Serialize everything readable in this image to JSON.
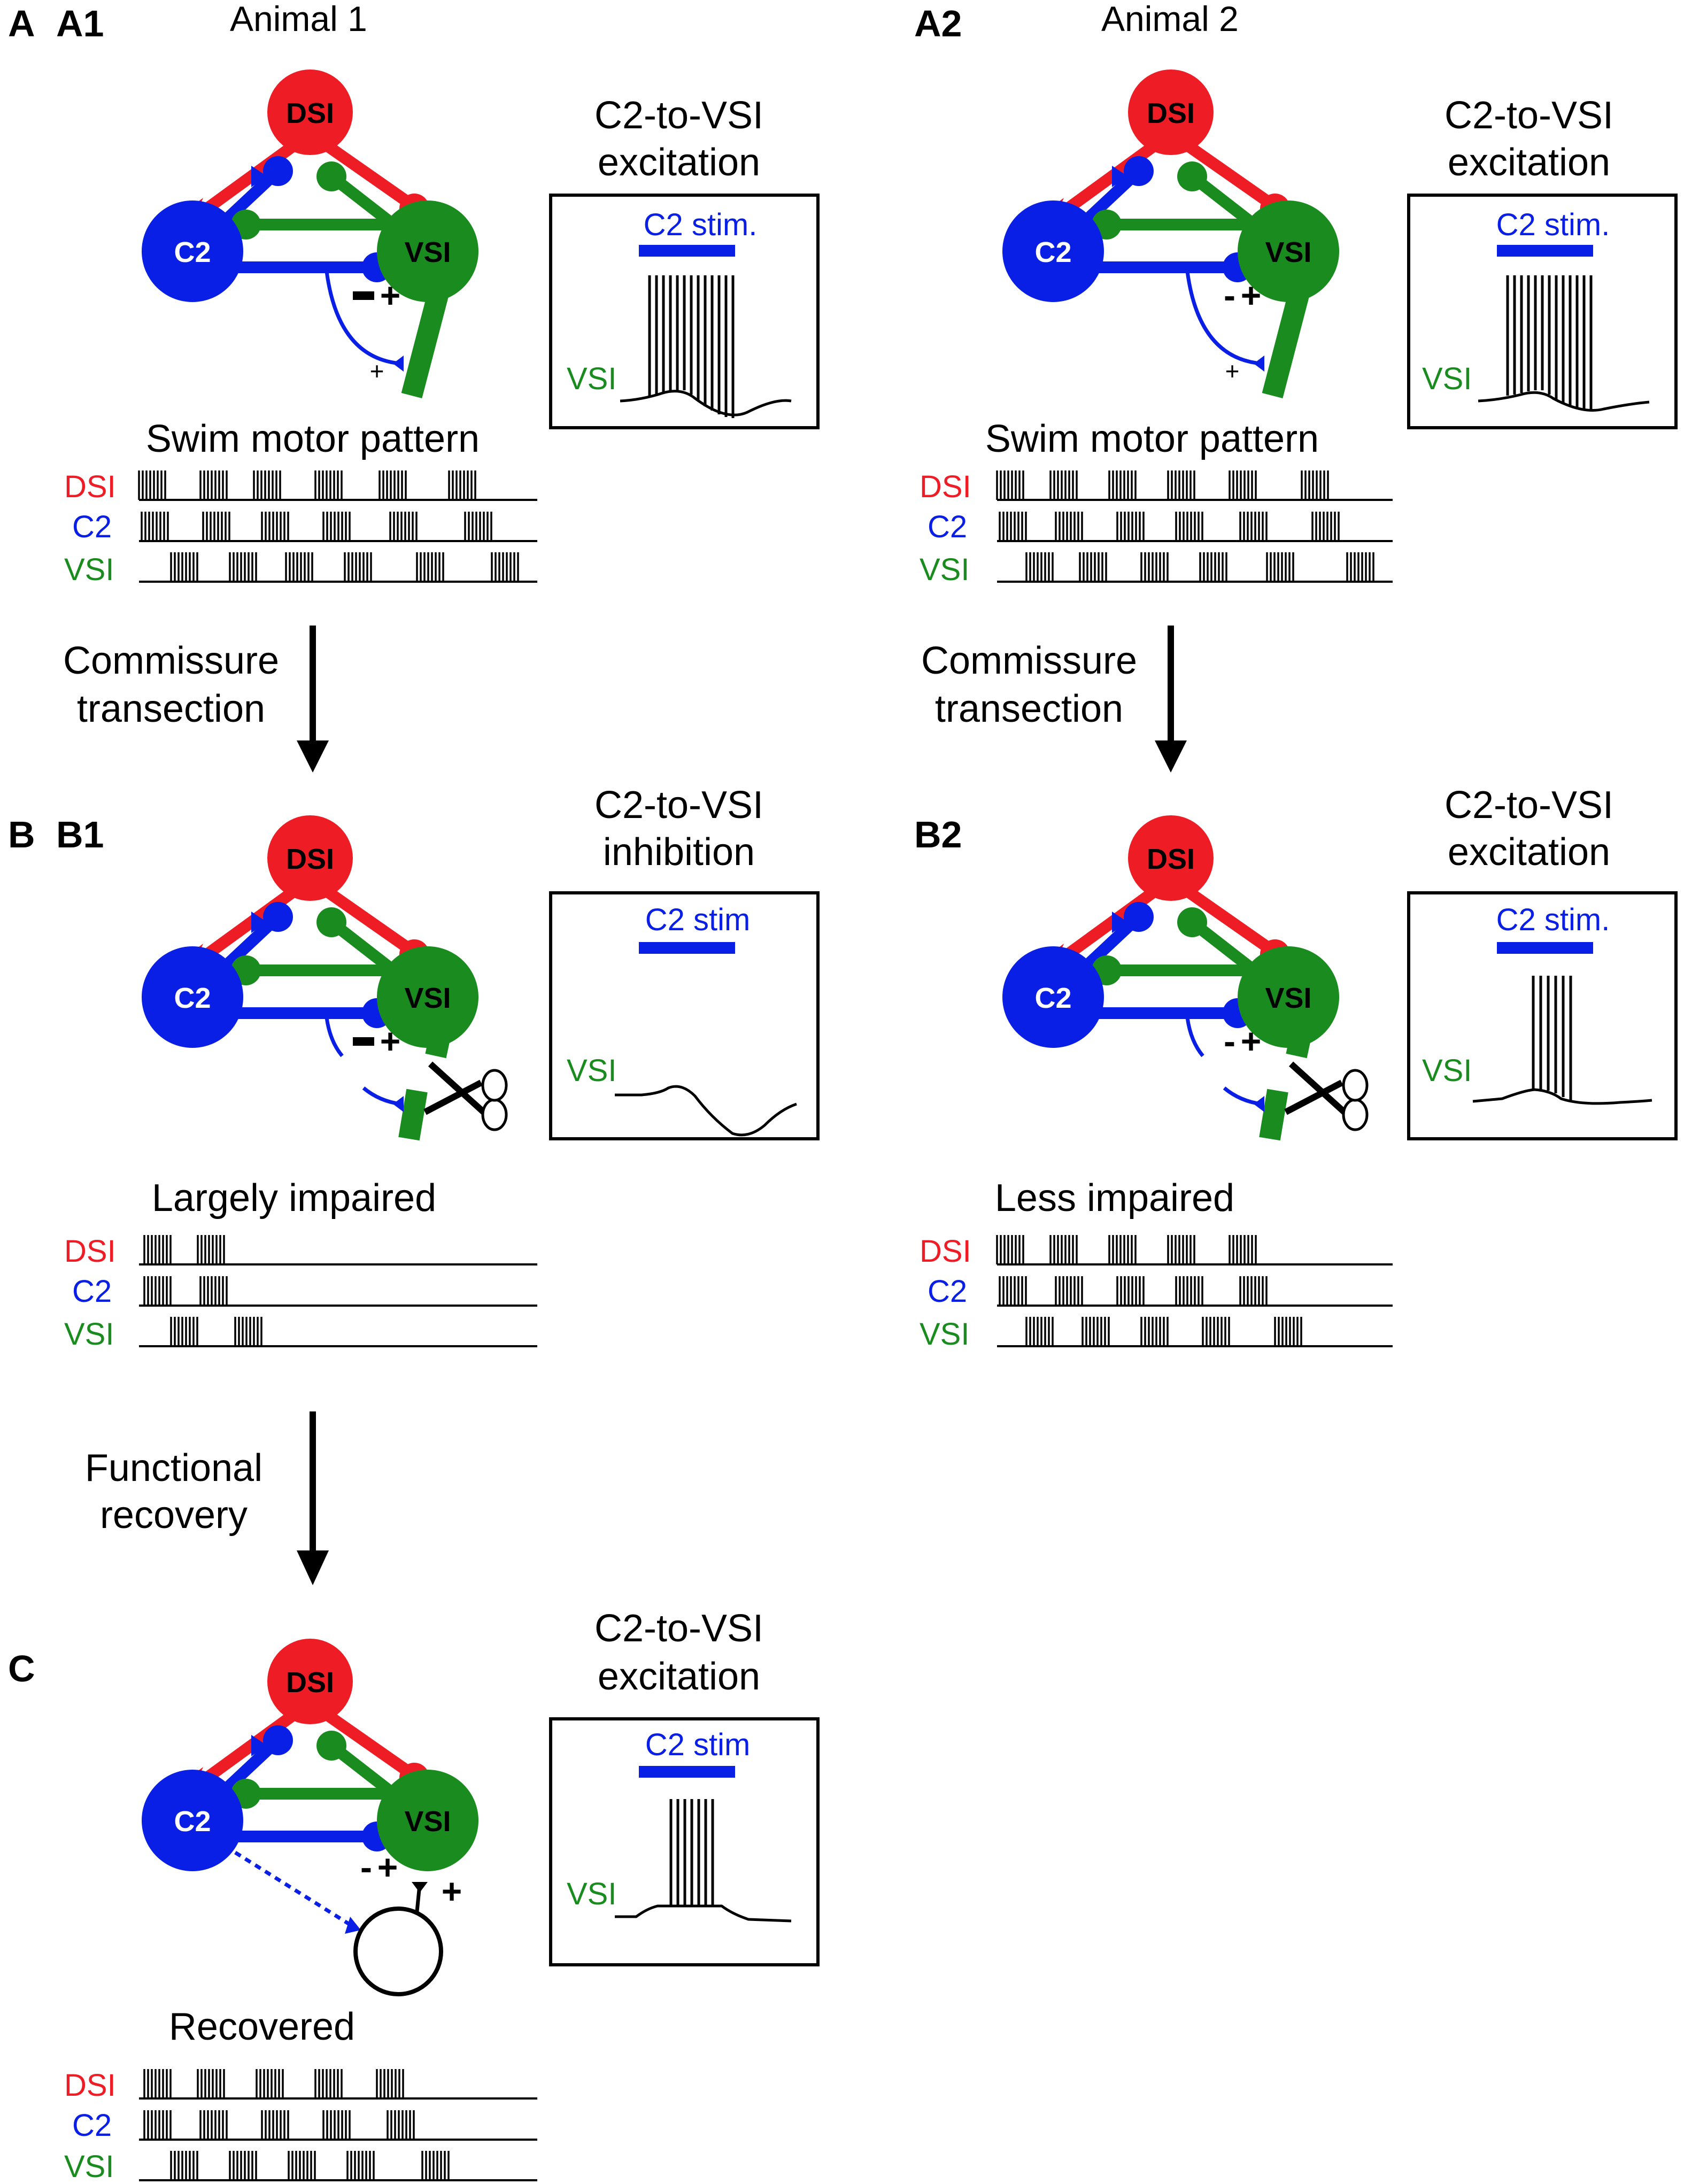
{
  "colors": {
    "dsi": "#ee1c25",
    "c2": "#0a1fe6",
    "vsi": "#1a8c1f",
    "black": "#000000"
  },
  "panels": {
    "A": "A",
    "A1": "A1",
    "A2": "A2",
    "B": "B",
    "B1": "B1",
    "B2": "B2",
    "C": "C"
  },
  "animal1": "Animal 1",
  "animal2": "Animal 2",
  "cells": {
    "dsi": "DSI",
    "c2": "C2",
    "vsi": "VSI"
  },
  "insets": {
    "a1": {
      "line1": "C2-to-VSI",
      "line2": "excitation",
      "stim": "C2 stim.",
      "trace": "VSI"
    },
    "a2": {
      "line1": "C2-to-VSI",
      "line2": "excitation",
      "stim": "C2 stim.",
      "trace": "VSI"
    },
    "b1": {
      "line1": "C2-to-VSI",
      "line2": "inhibition",
      "stim": "C2 stim",
      "trace": "VSI"
    },
    "b2": {
      "line1": "C2-to-VSI",
      "line2": "excitation",
      "stim": "C2 stim.",
      "trace": "VSI"
    },
    "c": {
      "line1": "C2-to-VSI",
      "line2": "excitation",
      "stim": "C2 stim",
      "trace": "VSI"
    }
  },
  "patterns": {
    "a1": "Swim motor pattern",
    "a2": "Swim motor pattern",
    "b1": "Largely impaired",
    "b2": "Less impaired",
    "c": "Recovered"
  },
  "arrows": {
    "commissure1_line1": "Commissure",
    "commissure1_line2": "transection",
    "commissure2_line1": "Commissure",
    "commissure2_line2": "transection",
    "recovery_line1": "Functional",
    "recovery_line2": "recovery"
  },
  "signs": {
    "minus": "-",
    "plus": "+"
  }
}
